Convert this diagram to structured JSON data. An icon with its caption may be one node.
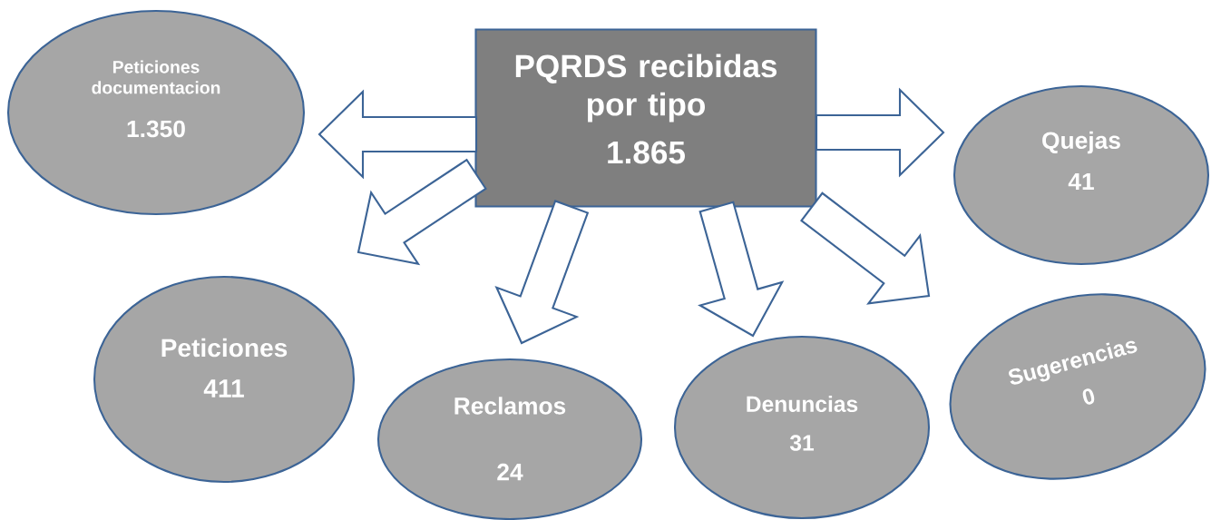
{
  "diagram": {
    "nodes": [
      {
        "text": [
          "PQRDS recibidas por tipo",
          "1.865"
        ]
      },
      {
        "text": [
          "Peticiones documentacion",
          "1.350"
        ]
      },
      {
        "text": [
          "Quejas",
          "41"
        ]
      },
      {
        "text": [
          "Peticiones",
          "411"
        ]
      },
      {
        "text": [
          "Reclamos",
          "24"
        ]
      },
      {
        "text": [
          "Denuncias",
          "31"
        ]
      },
      {
        "text": [
          "Sugerencias",
          "0"
        ]
      }
    ],
    "edges": [
      {
        "from": 0,
        "to": 1,
        "arrow": "to"
      },
      {
        "from": 0,
        "to": 3,
        "arrow": "to"
      },
      {
        "from": 0,
        "to": 4,
        "arrow": "to"
      },
      {
        "from": 0,
        "to": 5,
        "arrow": "to"
      },
      {
        "from": 0,
        "to": 2,
        "arrow": "to"
      },
      {
        "from": 0,
        "to": 6,
        "arrow": "to"
      }
    ]
  }
}
